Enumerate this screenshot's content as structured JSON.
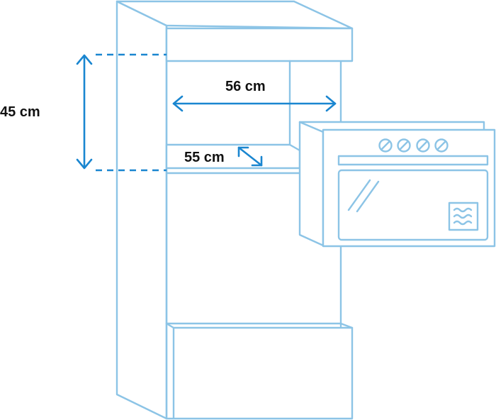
{
  "dimensions": {
    "height_label": "45 cm",
    "width_label": "56 cm",
    "depth_label": "55 cm"
  },
  "colors": {
    "outline": "#8cc4e6",
    "dimension": "#1a86d0",
    "text": "#111111"
  },
  "icons": [
    "oven-icon",
    "microwave-waves-icon",
    "control-knob-icon"
  ]
}
